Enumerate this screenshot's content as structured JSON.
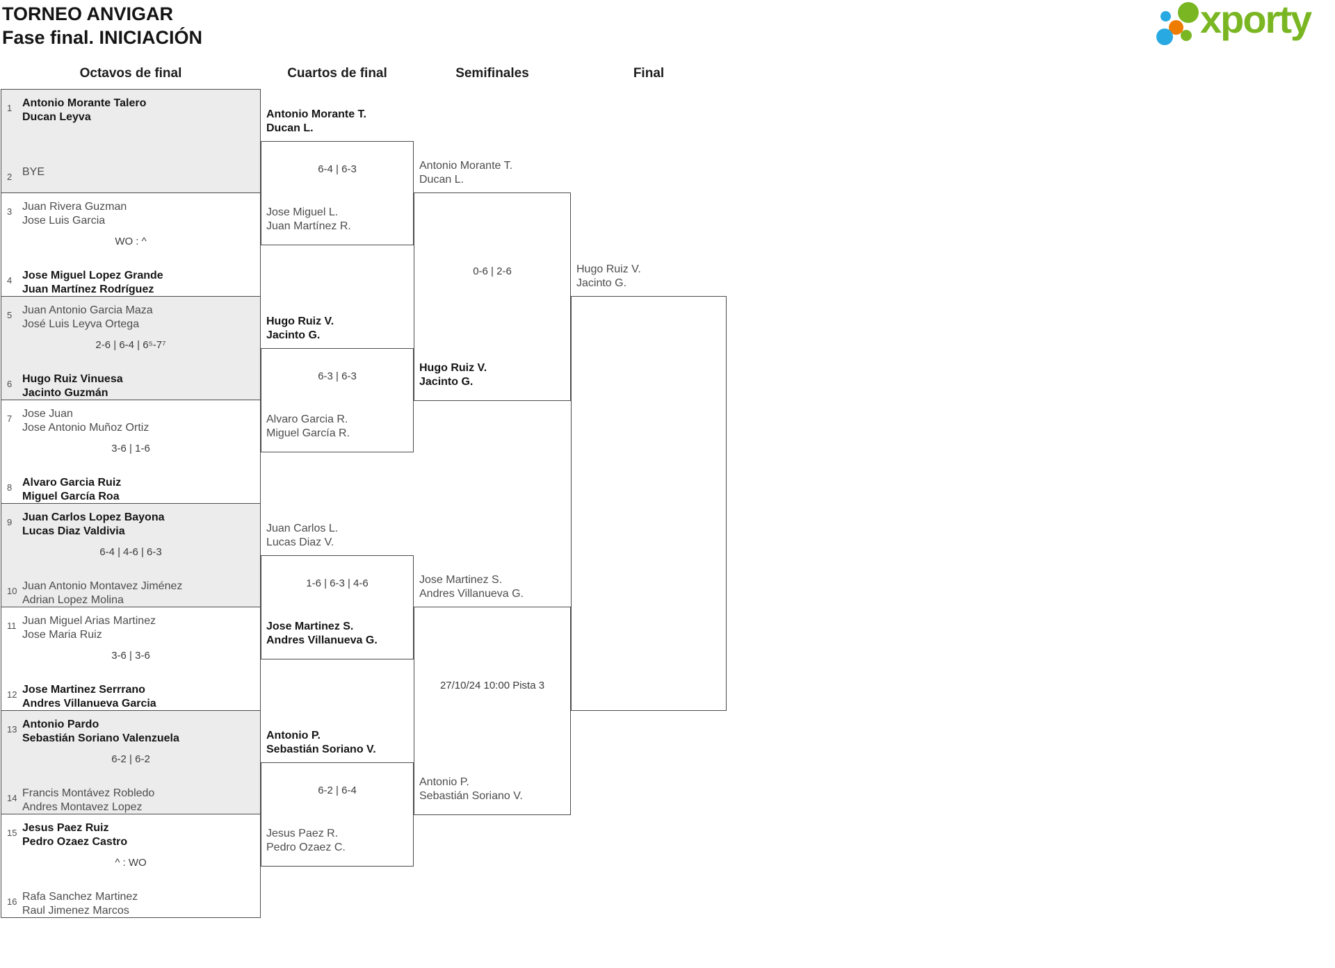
{
  "title": {
    "line1": "TORNEO ANVIGAR",
    "line2": "Fase final. INICIACIÓN"
  },
  "logo": {
    "text": "xporty",
    "green": "#7ab622",
    "blue": "#29a9e1",
    "orange": "#ee7c00"
  },
  "rounds": {
    "r16": "Octavos de final",
    "qf": "Cuartos de final",
    "sf": "Semifinales",
    "f": "Final"
  },
  "octavos": [
    {
      "seed_top": "1",
      "seed_bottom": "2",
      "top": {
        "p1": "Antonio Morante Talero",
        "p2": "Ducan Leyva",
        "winner": true
      },
      "score": "",
      "bottom": {
        "p1": "BYE",
        "p2": "",
        "winner": false
      }
    },
    {
      "seed_top": "3",
      "seed_bottom": "4",
      "top": {
        "p1": "Juan Rivera Guzman",
        "p2": "Jose Luis Garcia",
        "winner": false
      },
      "score": "WO : ^",
      "bottom": {
        "p1": "Jose Miguel Lopez Grande",
        "p2": "Juan Martínez Rodríguez",
        "winner": true
      }
    },
    {
      "seed_top": "5",
      "seed_bottom": "6",
      "top": {
        "p1": "Juan Antonio Garcia Maza",
        "p2": "José Luis Leyva Ortega",
        "winner": false
      },
      "score": "2-6 | 6-4 | 6⁵-7⁷",
      "bottom": {
        "p1": "Hugo Ruiz Vinuesa",
        "p2": "Jacinto Guzmán",
        "winner": true
      }
    },
    {
      "seed_top": "7",
      "seed_bottom": "8",
      "top": {
        "p1": "Jose Juan",
        "p2": "Jose Antonio Muñoz Ortiz",
        "winner": false
      },
      "score": "3-6 | 1-6",
      "bottom": {
        "p1": "Alvaro Garcia Ruiz",
        "p2": "Miguel García Roa",
        "winner": true
      }
    },
    {
      "seed_top": "9",
      "seed_bottom": "10",
      "top": {
        "p1": "Juan Carlos Lopez Bayona",
        "p2": "Lucas Diaz Valdivia",
        "winner": true
      },
      "score": "6-4 | 4-6 | 6-3",
      "bottom": {
        "p1": "Juan Antonio Montavez Jiménez",
        "p2": "Adrian Lopez Molina",
        "winner": false
      }
    },
    {
      "seed_top": "11",
      "seed_bottom": "12",
      "top": {
        "p1": "Juan Miguel Arias Martinez",
        "p2": "Jose Maria Ruiz",
        "winner": false
      },
      "score": "3-6 | 3-6",
      "bottom": {
        "p1": "Jose Martinez Serrrano",
        "p2": "Andres Villanueva Garcia",
        "winner": true
      }
    },
    {
      "seed_top": "13",
      "seed_bottom": "14",
      "top": {
        "p1": "Antonio Pardo",
        "p2": "Sebastián Soriano Valenzuela",
        "winner": true
      },
      "score": "6-2 | 6-2",
      "bottom": {
        "p1": "Francis Montávez Robledo",
        "p2": "Andres Montavez Lopez",
        "winner": false
      }
    },
    {
      "seed_top": "15",
      "seed_bottom": "16",
      "top": {
        "p1": "Jesus Paez Ruiz",
        "p2": "Pedro Ozaez Castro",
        "winner": true
      },
      "score": "^ : WO",
      "bottom": {
        "p1": "Rafa Sanchez Martinez",
        "p2": "Raul Jimenez Marcos",
        "winner": false
      }
    }
  ],
  "cuartos": [
    {
      "top": {
        "p1": "Antonio Morante T.",
        "p2": "Ducan L.",
        "winner": true
      },
      "score": "6-4 | 6-3",
      "bottom": {
        "p1": "Jose Miguel L.",
        "p2": "Juan Martínez R.",
        "winner": false
      }
    },
    {
      "top": {
        "p1": "Hugo Ruiz V.",
        "p2": "Jacinto G.",
        "winner": true
      },
      "score": "6-3 | 6-3",
      "bottom": {
        "p1": "Alvaro Garcia R.",
        "p2": "Miguel García R.",
        "winner": false
      }
    },
    {
      "top": {
        "p1": "Juan Carlos L.",
        "p2": "Lucas Diaz V.",
        "winner": false
      },
      "score": "1-6 | 6-3 | 4-6",
      "bottom": {
        "p1": "Jose Martinez S.",
        "p2": "Andres Villanueva G.",
        "winner": true
      }
    },
    {
      "top": {
        "p1": "Antonio P.",
        "p2": "Sebastián Soriano V.",
        "winner": true
      },
      "score": "6-2 | 6-4",
      "bottom": {
        "p1": "Jesus Paez R.",
        "p2": "Pedro Ozaez C.",
        "winner": false
      }
    }
  ],
  "semis": [
    {
      "top": {
        "p1": "Antonio Morante T.",
        "p2": "Ducan L.",
        "winner": false
      },
      "score": "0-6 | 2-6",
      "bottom": {
        "p1": "Hugo Ruiz V.",
        "p2": "Jacinto G.",
        "winner": true
      }
    },
    {
      "top": {
        "p1": "Jose Martinez S.",
        "p2": "Andres Villanueva G.",
        "winner": false
      },
      "score": "27/10/24 10:00 Pista 3",
      "bottom": {
        "p1": "Antonio P.",
        "p2": "Sebastián Soriano V.",
        "winner": false
      }
    }
  ],
  "final": {
    "top": {
      "p1": "Hugo Ruiz V.",
      "p2": "Jacinto G.",
      "winner": false
    }
  }
}
